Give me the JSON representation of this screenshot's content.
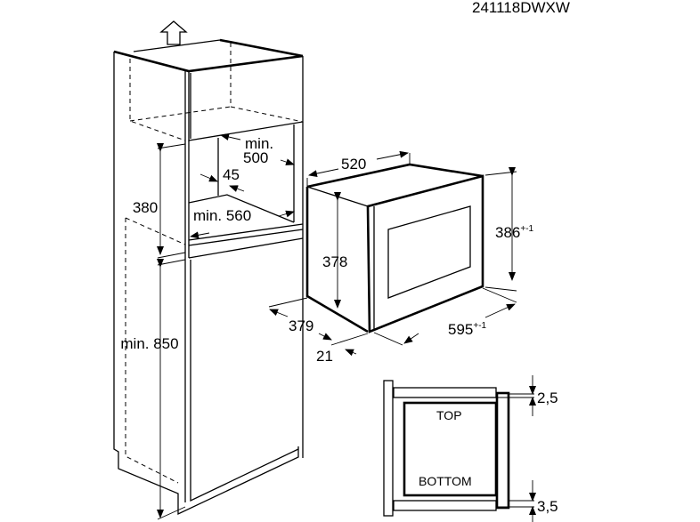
{
  "code": "241118DWXW",
  "dimensions": {
    "niche_depth": "min.",
    "niche_depth_value": "500",
    "gap": "45",
    "niche_width": "min. 560",
    "niche_height": "380",
    "base_height": "min. 850",
    "oven_depth": "520",
    "oven_body_height": "378",
    "oven_front_height": "386",
    "oven_front_height_tol": "+-1",
    "oven_side_depth": "379",
    "oven_front_width": "595",
    "oven_front_width_tol": "+-1",
    "front_thickness": "21"
  },
  "section": {
    "top_label": "TOP",
    "bottom_label": "BOTTOM",
    "top_gap": "2,5",
    "bottom_gap": "3,5"
  },
  "colors": {
    "line": "#000000",
    "background": "#ffffff"
  }
}
